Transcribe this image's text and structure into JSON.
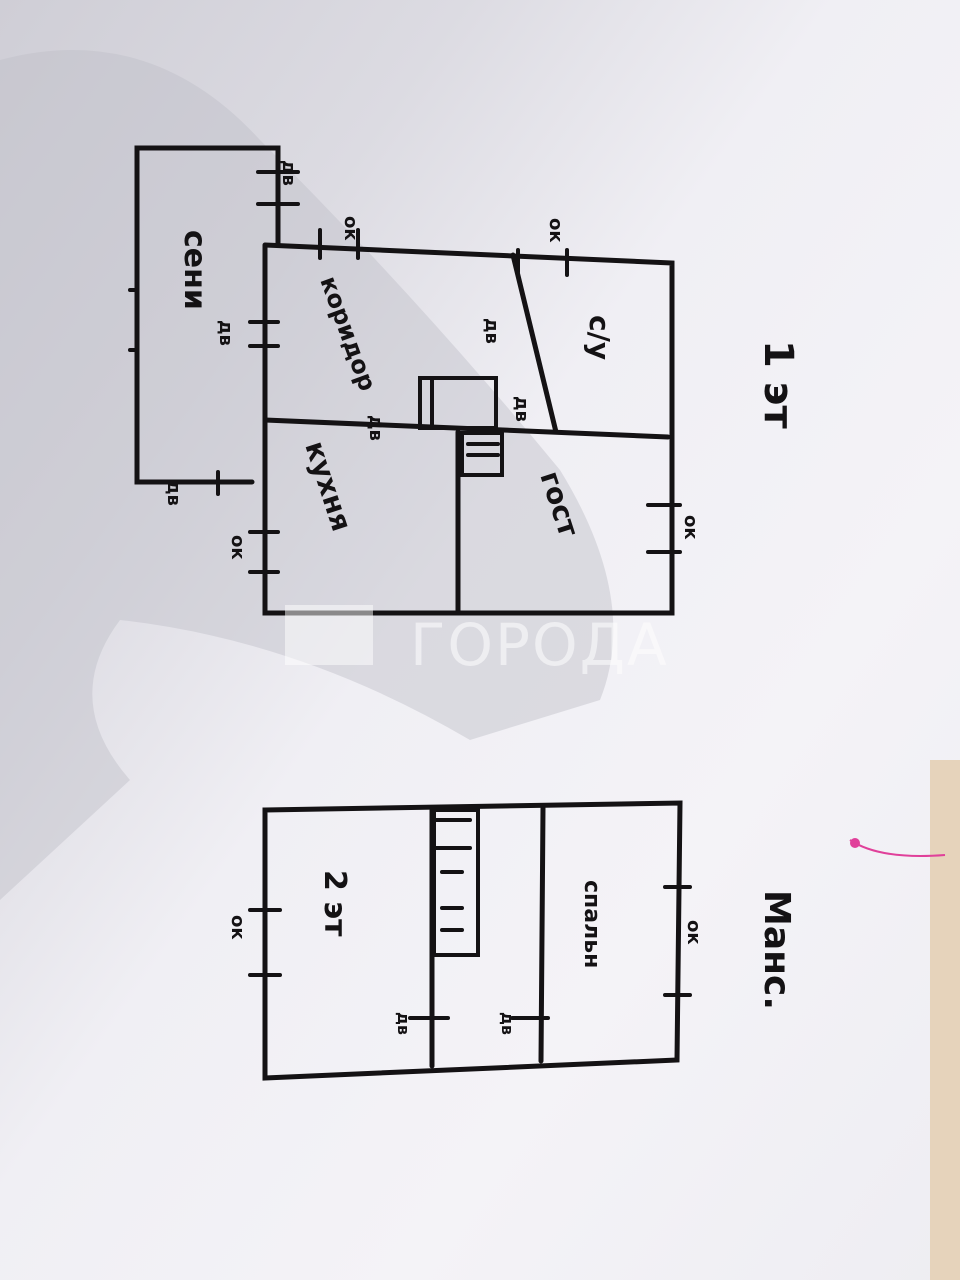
{
  "floor1": {
    "title": "1 эт",
    "rooms": {
      "entry": "сени",
      "corridor": "коридор",
      "bathroom": "с/у",
      "kitchen": "кухня",
      "living": "гост"
    },
    "door": "дв",
    "window": "ок"
  },
  "attic": {
    "title": "Манс.",
    "rooms": {
      "bedroom": "спальн",
      "second": "2 эт"
    },
    "door": "дв",
    "window": "ок"
  },
  "watermark": "ГОРОДА",
  "colors": {
    "ink": "#141214",
    "paper": "#f1f0f5",
    "pink_mark": "#e0409a"
  }
}
